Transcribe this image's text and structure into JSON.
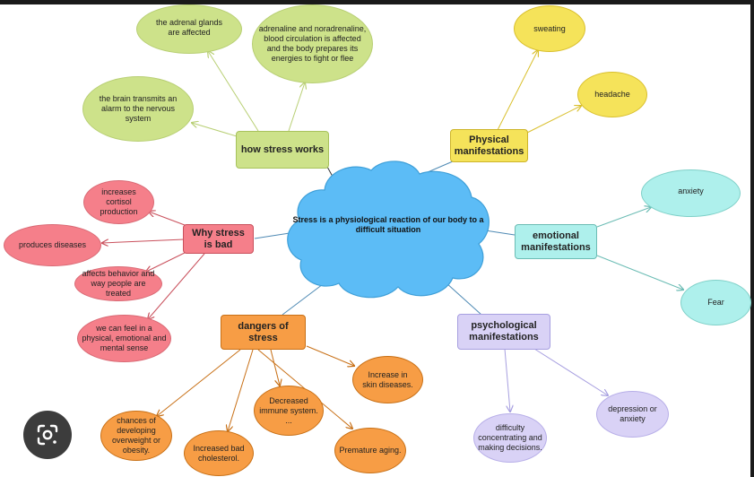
{
  "center": {
    "text": "Stress is a physiological reaction of our body to a difficult situation"
  },
  "branches": {
    "how_stress_works": {
      "label": "how stress works",
      "leaves": {
        "adrenal": "the adrenal glands are affected",
        "adrenaline": "adrenaline and noradrenaline, blood circulation is affected and the body prepares its energies to fight or flee",
        "brain": "the brain transmits an alarm to the nervous system"
      }
    },
    "physical": {
      "label": "Physical manifestations",
      "leaves": {
        "sweating": "sweating",
        "headache": "headache"
      }
    },
    "emotional": {
      "label": "emotional manifestations",
      "leaves": {
        "anxiety": "anxiety",
        "fear": "Fear"
      }
    },
    "psychological": {
      "label": "psychological manifestations",
      "leaves": {
        "depression": "depression or anxiety",
        "concentrating": "difficulty concentrating and making decisions."
      }
    },
    "dangers": {
      "label": "dangers of stress",
      "leaves": {
        "skin": "Increase in skin diseases.",
        "immune": "Decreased immune system. ...",
        "aging": "Premature aging.",
        "cholesterol": "Increased bad cholesterol.",
        "overweight": "chances of developing overweight or obesity."
      }
    },
    "why_bad": {
      "label": "Why stress is bad",
      "leaves": {
        "cortisol": "increases cortisol production",
        "diseases": "produces diseases",
        "behavior": "affects behavior and way people are treated",
        "feel": "we can feel in a physical, emotional and mental sense"
      }
    }
  },
  "colors": {
    "cloud": "#5cbcf6",
    "green": "#cde28a",
    "yellow": "#f5e35a",
    "teal": "#aef0ec",
    "lavender": "#d9d2f6",
    "orange": "#f79d45",
    "red": "#f57f8a"
  },
  "icons": {
    "lens": "google-lens-icon"
  }
}
